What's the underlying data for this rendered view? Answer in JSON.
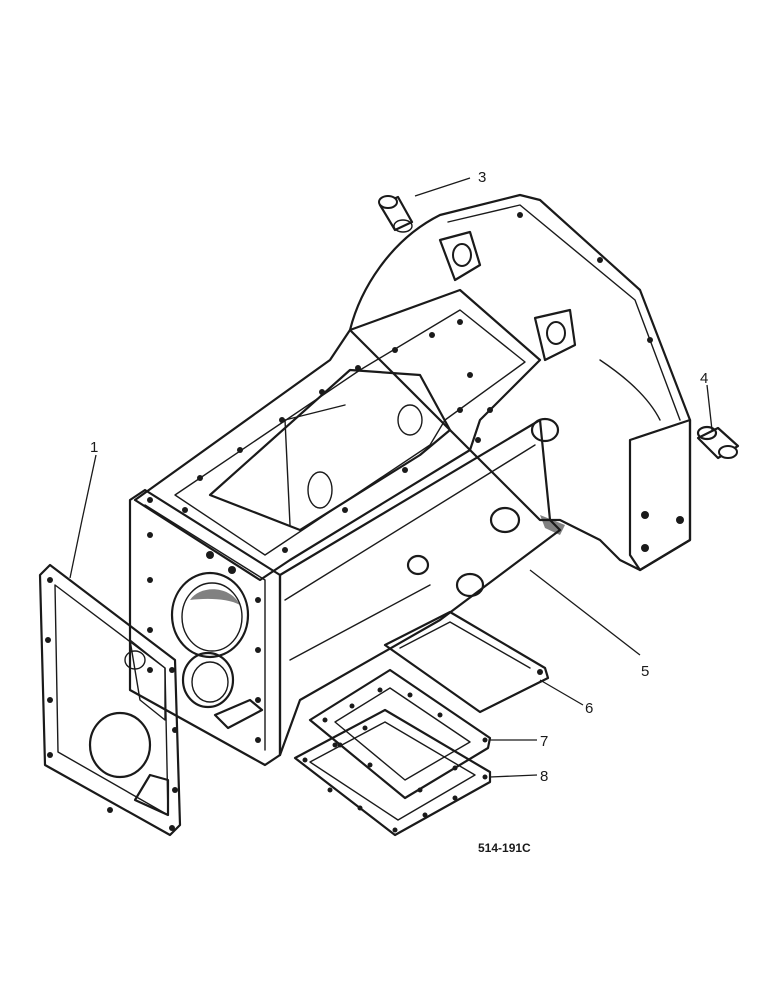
{
  "callouts": {
    "c1": "1",
    "c3": "3",
    "c4": "4",
    "c5": "5",
    "c6": "6",
    "c7": "7",
    "c8": "8"
  },
  "reference_code": "514-191C",
  "ink_color": "#1a1a1a",
  "background_color": "#ffffff"
}
